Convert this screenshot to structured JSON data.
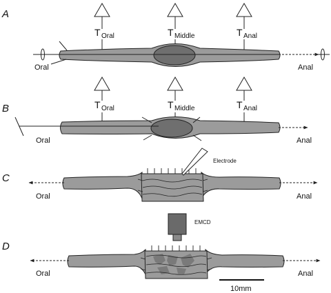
{
  "panels": [
    {
      "letter": "A",
      "left_label": "Oral",
      "right_label": "Anal",
      "transducers": [
        {
          "main": "T",
          "sub": "Oral"
        },
        {
          "main": "T",
          "sub": "Middle"
        },
        {
          "main": "T",
          "sub": "Anal"
        }
      ]
    },
    {
      "letter": "B",
      "left_label": "Oral",
      "right_label": "Anal",
      "transducers": [
        {
          "main": "T",
          "sub": "Oral"
        },
        {
          "main": "T",
          "sub": "Middle"
        },
        {
          "main": "T",
          "sub": "Anal"
        }
      ]
    },
    {
      "letter": "C",
      "left_label": "Oral",
      "right_label": "Anal",
      "probe_label": "Electrode"
    },
    {
      "letter": "D",
      "left_label": "Oral",
      "right_label": "Anal",
      "camera_label": "EMCD"
    }
  ],
  "scale_bar": {
    "label": "10mm"
  },
  "colors": {
    "tissue": "#9b9b9b",
    "bolus": "#6f6f6f",
    "outline": "#222222",
    "background": "#ffffff"
  }
}
